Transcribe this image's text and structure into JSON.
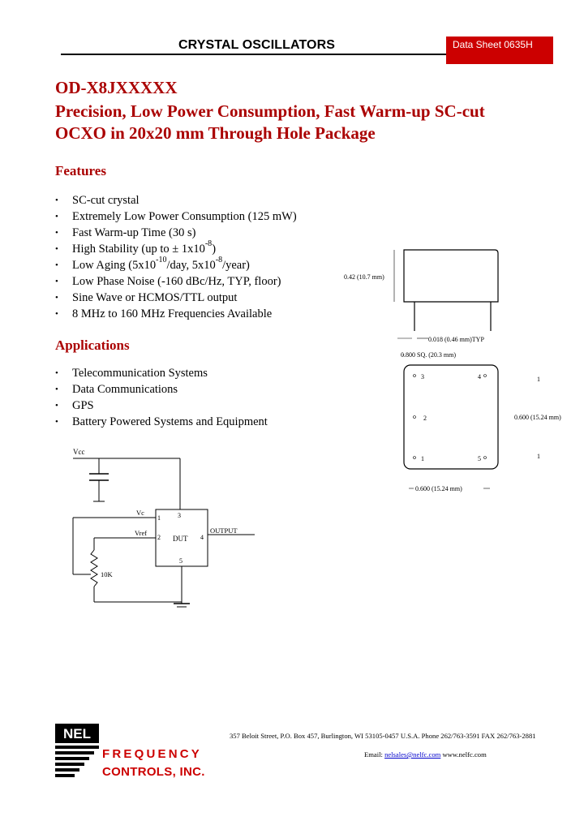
{
  "header": {
    "title": "CRYSTAL OSCILLATORS",
    "datasheet": "Data Sheet 0635H"
  },
  "product": {
    "part_number": "OD-X8JXXXXX",
    "subtitle_line1": "Precision, Low Power Consumption, Fast Warm-up SC-cut",
    "subtitle_line2": "OCXO in 20x20 mm Through Hole Package"
  },
  "features": {
    "heading": "Features",
    "items": [
      {
        "text": "SC-cut crystal"
      },
      {
        "text": "Extremely Low Power Consumption (125 mW)"
      },
      {
        "text": "Fast Warm-up Time (30 s)"
      },
      {
        "pre": "High Stability (up to ± 1x10",
        "sup": "-8",
        "post": ")"
      },
      {
        "pre": "Low Aging (5x10",
        "sup": "-10",
        "mid": "/day, 5x10",
        "sup2": "-8",
        "post": "/year)"
      },
      {
        "text": "Low Phase Noise (-160 dBc/Hz, TYP, floor)"
      },
      {
        "text": "Sine Wave or HCMOS/TTL output"
      },
      {
        "text": "8 MHz to 160 MHz Frequencies Available"
      }
    ]
  },
  "applications": {
    "heading": "Applications",
    "items": [
      "Telecommunication Systems",
      "Data Communications",
      "GPS",
      "Battery Powered Systems and Equipment"
    ]
  },
  "package_drawing": {
    "height_label": "0.42 (10.7 mm)",
    "pin_label": "0.018 (0.46 mm)TYP",
    "width_label": "0.800 SQ. (20.3 mm)",
    "pin_spacing_v": "0.600 (15.24 mm)",
    "pin_spacing_h": "0.600 (15.24 mm)",
    "pins": [
      "3",
      "4",
      "2",
      "1",
      "5"
    ],
    "side_marks": [
      "1",
      "1"
    ]
  },
  "circuit": {
    "vcc_top": "Vcc",
    "vc_label": "Vc",
    "vref_label": "Vref",
    "pot_label": "10K",
    "ic_label": "DUT",
    "output_label": "OUTPUT",
    "pin1": "1",
    "pin2": "2",
    "pin3": "3",
    "pin4": "4",
    "pin5": "5"
  },
  "footer": {
    "logo_text": "NEL",
    "company_line1": "FREQUENCY",
    "company_line2": "CONTROLS, INC.",
    "address": "357 Beloit Street, P.O. Box 457, Burlington, WI 53105-0457 U.S.A. Phone 262/763-3591 FAX 262/763-2881",
    "email_prefix": "Email: ",
    "email": "nelsales@nelfc.com",
    "web_sep": "   www.nelfc.com"
  },
  "colors": {
    "accent_red": "#cc0000",
    "title_red": "#aa0000"
  }
}
